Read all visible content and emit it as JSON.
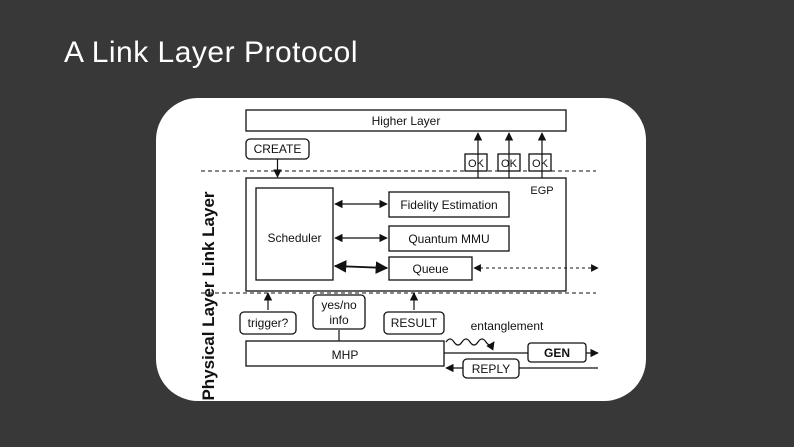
{
  "slide": {
    "title": "A Link Layer Protocol"
  },
  "diagram": {
    "layers": {
      "link": "Link Layer",
      "physical": "Physical Layer"
    },
    "boxes": {
      "higher_layer": "Higher Layer",
      "create": "CREATE",
      "ok": [
        "OK",
        "OK",
        "OK"
      ],
      "egp": "EGP",
      "scheduler": "Scheduler",
      "fidelity": "Fidelity Estimation",
      "qmmu": "Quantum MMU",
      "queue": "Queue",
      "trigger": "trigger?",
      "yesno_line1": "yes/no",
      "yesno_line2": "info",
      "result": "RESULT",
      "mhp": "MHP",
      "gen": "GEN",
      "reply": "REPLY",
      "entanglement": "entanglement"
    }
  }
}
